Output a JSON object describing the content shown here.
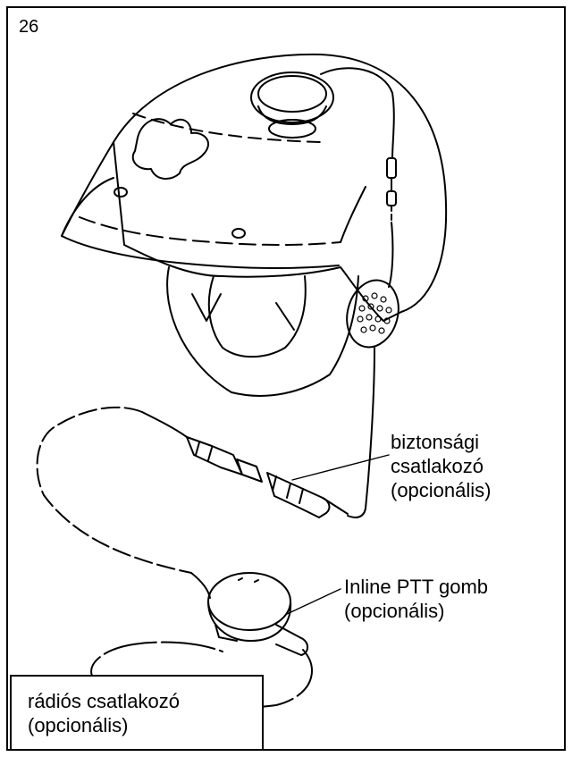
{
  "figure": {
    "number": "26"
  },
  "labels": {
    "safety_connector": {
      "line1": "biztonsági",
      "line2": "csatlakozó",
      "line3": "(opcionális)"
    },
    "inline_ptt": {
      "line1": "Inline PTT gomb",
      "line2": "(opcionális)"
    },
    "radio_connector": {
      "line1": "rádiós csatlakozó",
      "line2": "(opcionális)"
    }
  },
  "colors": {
    "ink": "#000000",
    "paper": "#ffffff"
  }
}
